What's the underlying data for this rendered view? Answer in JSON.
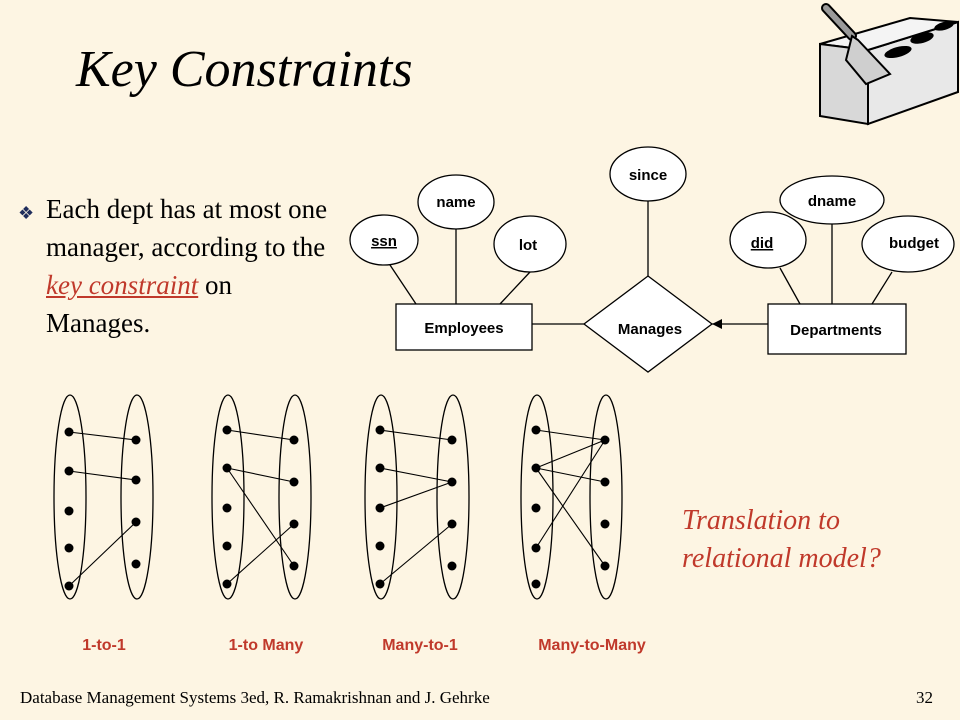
{
  "slide": {
    "title": "Key Constraints",
    "bullet": {
      "text_before": "Each dept has at most one manager, according to the ",
      "link_text": "key constraint",
      "text_after": " on Manages."
    },
    "translation_note": "Translation to relational model?",
    "footer_left": "Database Management Systems 3ed,  R. Ramakrishnan and J. Gehrke",
    "footer_right": "32",
    "accent_color": "#c0392b"
  },
  "er_diagram": {
    "entities": {
      "employees": "Employees",
      "departments": "Departments"
    },
    "relationship": "Manages",
    "attributes": {
      "ssn": "ssn",
      "name": "name",
      "lot": "lot",
      "since": "since",
      "did": "did",
      "dname": "dname",
      "budget": "budget"
    }
  },
  "cardinality_labels": [
    "1-to-1",
    "1-to Many",
    "Many-to-1",
    "Many-to-Many"
  ]
}
